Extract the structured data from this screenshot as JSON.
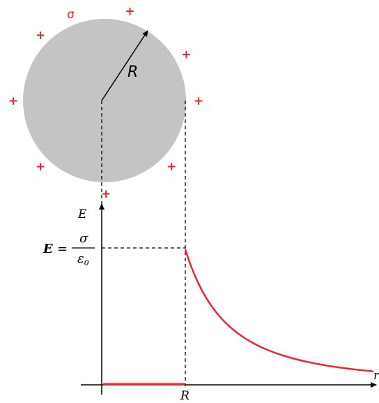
{
  "colors": {
    "sphere_fill": "#c4c4c4",
    "charge": "#e8262b",
    "field_curve": "#e8262b",
    "axis": "#000000",
    "guide_lines": "#000000"
  },
  "sphere": {
    "charge_density_label": "σ",
    "radius_label": "R",
    "charge_symbol": "+"
  },
  "graph": {
    "y_axis_label": "E",
    "x_axis_label": "r",
    "x_tick_label": "R",
    "surface_field_formula": {
      "lhs": "E",
      "equals": "=",
      "numerator": "σ",
      "denominator_symbol": "ε",
      "denominator_subscript": "0"
    },
    "field_inside": "E = 0 for r < R",
    "field_outside": "E ∝ 1/r² for r ≥ R"
  }
}
